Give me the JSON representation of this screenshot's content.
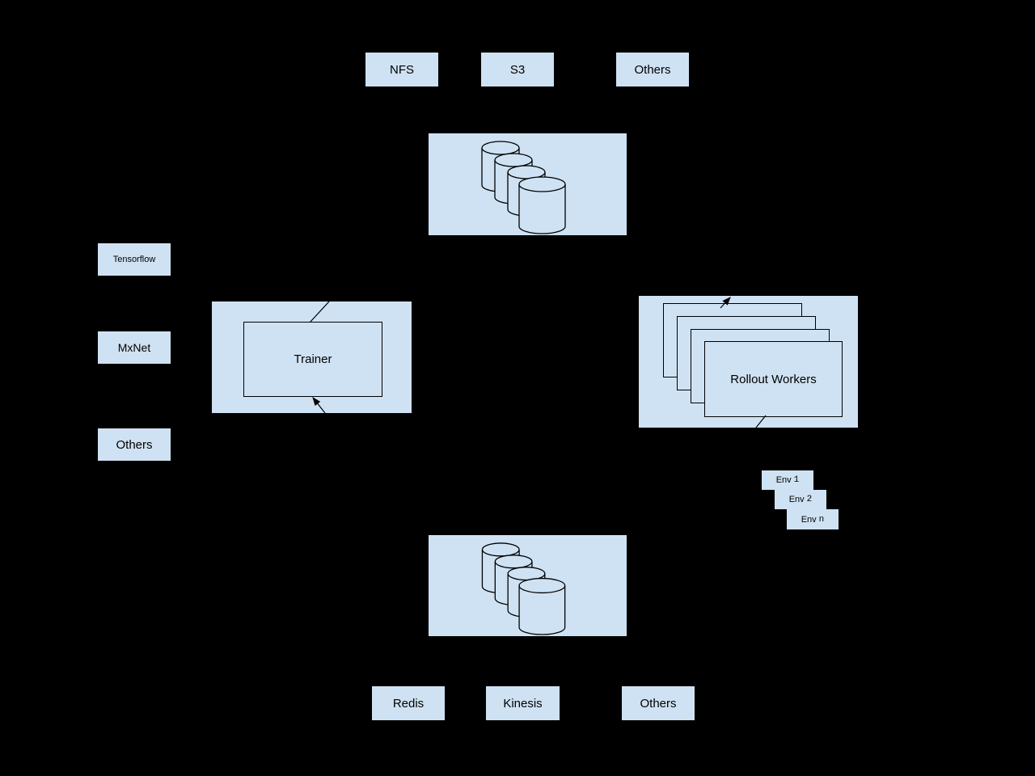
{
  "diagram": {
    "background_color": "#000000",
    "node_fill_color": "#cfe2f3",
    "stroke_color": "#000000",
    "text_color": "#000000"
  },
  "model_storage": {
    "icon": "database-cylinders-icon",
    "backends": [
      {
        "label": "NFS"
      },
      {
        "label": "S3"
      },
      {
        "label": "Others"
      }
    ]
  },
  "frameworks": [
    {
      "label": "Tensorflow"
    },
    {
      "label": "MxNet"
    },
    {
      "label": "Others"
    }
  ],
  "trainer": {
    "label": "Trainer"
  },
  "rollout_workers": {
    "label": "Rollout Workers"
  },
  "environments": [
    {
      "name": "Env",
      "index": "1"
    },
    {
      "name": "Env",
      "index": "2"
    },
    {
      "name": "Env",
      "index": "n"
    }
  ],
  "experience_storage": {
    "icon": "database-cylinders-icon",
    "backends": [
      {
        "label": "Redis"
      },
      {
        "label": "Kinesis"
      },
      {
        "label": "Others"
      }
    ]
  }
}
